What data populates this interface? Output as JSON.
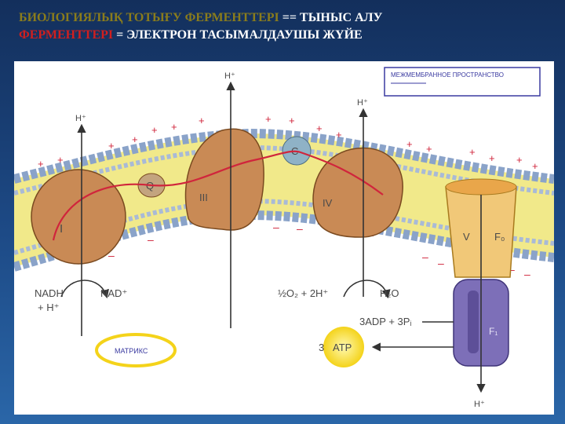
{
  "title": {
    "part1": "БИОЛОГИЯЛЫҚ ТОТЫҒУ ФЕРМЕНТТЕРІ",
    "sep1": " == ",
    "part2": "ТЫНЫС АЛУ",
    "part3": "ФЕРМЕНТТЕРІ",
    "sep2": " = ",
    "part4": "ЭЛЕКТРОН ТАСЫМАЛДАУШЫ ЖҮЙЕ"
  },
  "labels": {
    "intermembrane": "МЕЖМЕМБРАННОЕ ПРОСТРАНСТВО",
    "matrix": "МАТРИКС",
    "complex1": "I",
    "complex2": "III",
    "complex3": "IV",
    "complex5": "V",
    "coq": "Q",
    "cytc": "C",
    "f0": "F₀",
    "f1": "F₁",
    "h1": "H⁺",
    "h2": "H⁺",
    "h3": "H⁺",
    "h4": "H⁺",
    "nadh": "NADH",
    "plus_h": "+ H⁺",
    "nad": "NAD⁺",
    "oxygen": "½O₂ + 2H⁺",
    "water": "H₂O",
    "adp": "3ADP + 3Pᵢ",
    "atp_count": "3",
    "atp": "ATP"
  },
  "colors": {
    "protein": "#c98a55",
    "membrane": "#f1e98a",
    "head": "#8aa3c9",
    "atp_synthase_fo": "#f1c878",
    "atp_synthase_f1": "#7d6fb8",
    "electron_path": "#d0253c"
  }
}
